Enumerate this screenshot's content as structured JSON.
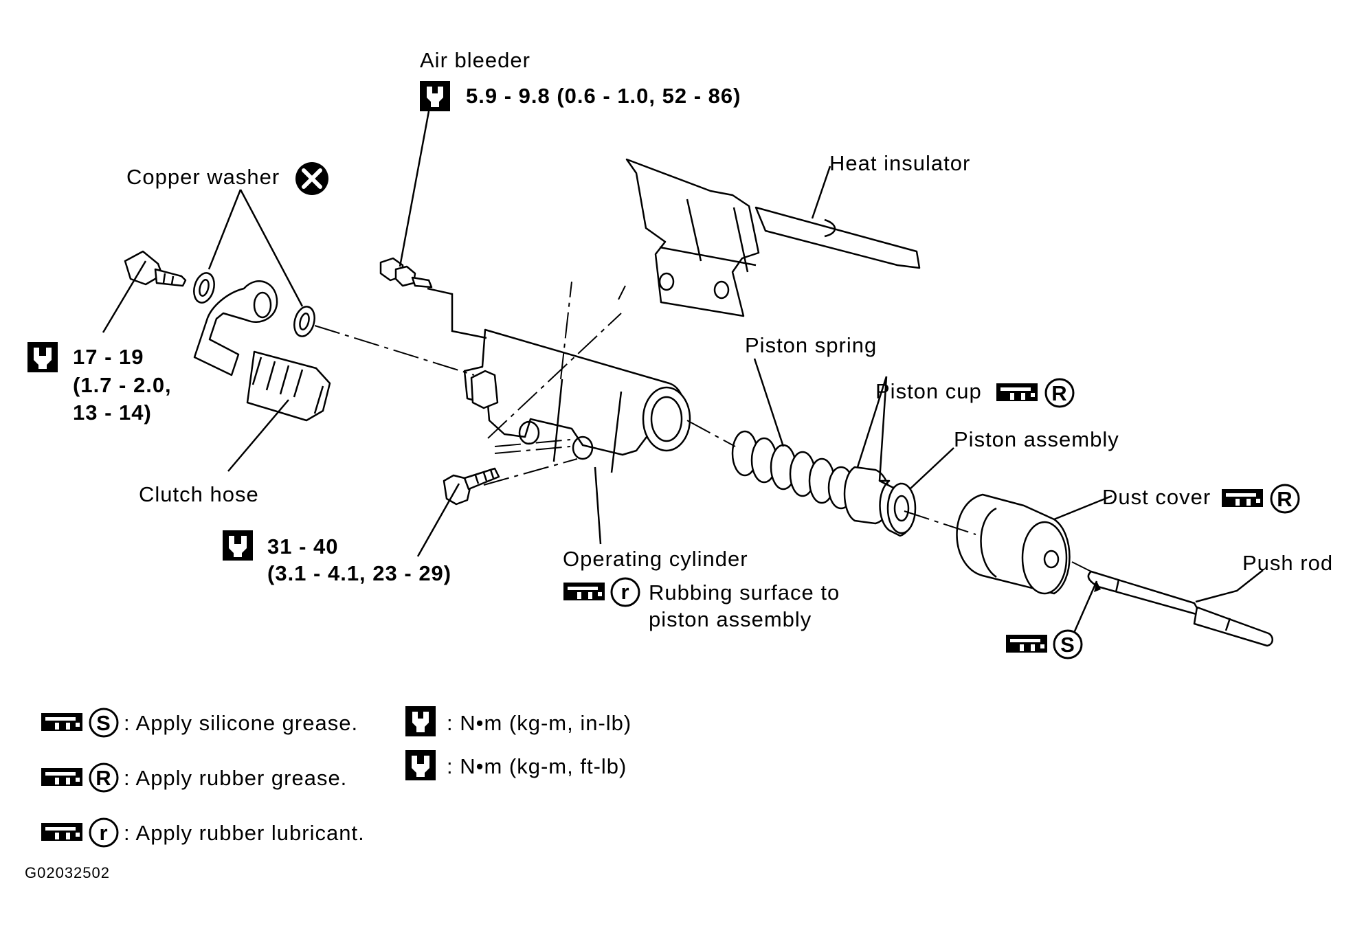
{
  "labels": {
    "air_bleeder": "Air bleeder",
    "air_bleeder_torque": "5.9 - 9.8 (0.6 - 1.0, 52 - 86)",
    "copper_washer": "Copper washer",
    "heat_insulator": "Heat insulator",
    "bolt_torque_1": "17 - 19",
    "bolt_torque_2": "(1.7 - 2.0,",
    "bolt_torque_3": "13 - 14)",
    "clutch_hose": "Clutch hose",
    "mount_torque_1": "31 - 40",
    "mount_torque_2": "(3.1 - 4.1, 23 - 29)",
    "piston_spring": "Piston spring",
    "piston_cup": "Piston cup",
    "piston_assembly": "Piston assembly",
    "dust_cover": "Dust cover",
    "push_rod": "Push rod",
    "operating_cylinder": "Operating cylinder",
    "rubbing_1": "Rubbing surface to",
    "rubbing_2": "piston assembly"
  },
  "legend": {
    "silicone": ": Apply silicone grease.",
    "rubber_grease": ": Apply rubber grease.",
    "rubber_lubricant": ": Apply rubber lubricant.",
    "nm_inlb": ":  N•m  (kg-m,  in-lb)",
    "nm_ftlb": ":  N•m  (kg-m,  ft-lb)"
  },
  "symbols": {
    "S": "S",
    "R": "R",
    "r": "r"
  },
  "code": "G02032502",
  "icons": [
    "torque-wrench-icon",
    "grease-gun-icon",
    "do-not-reuse-icon"
  ]
}
